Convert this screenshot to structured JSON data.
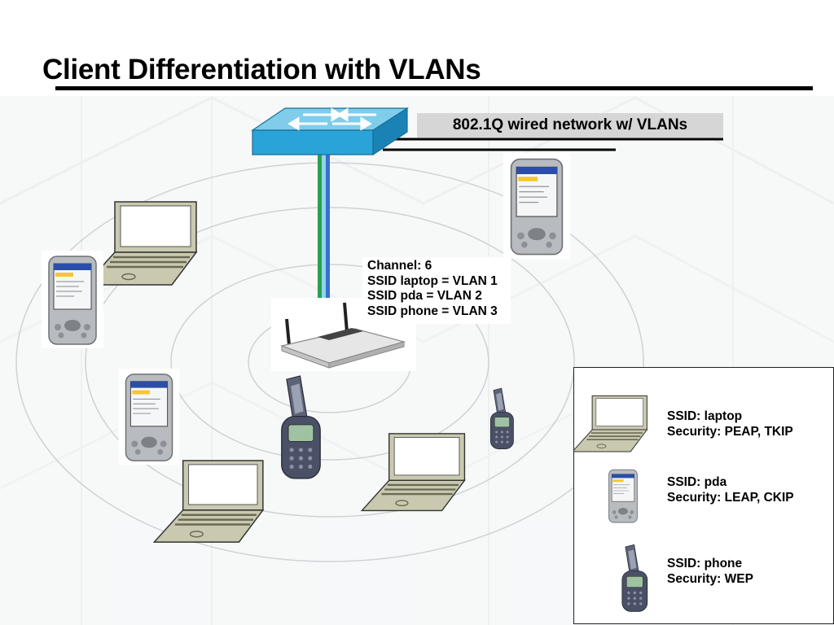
{
  "slide": {
    "title": "Client Differentiation with VLANs",
    "wired_label": "802.1Q wired network w/ VLANs",
    "ap_config": [
      "Channel: 6",
      "SSID laptop = VLAN 1",
      "SSID pda = VLAN 2",
      "SSID phone = VLAN 3"
    ],
    "legend": [
      {
        "device": "laptop-icon",
        "ssid": "SSID: laptop",
        "security": "Security: PEAP, TKIP"
      },
      {
        "device": "pda-icon",
        "ssid": "SSID: pda",
        "security": "Security: LEAP, CKIP"
      },
      {
        "device": "phone-icon",
        "ssid": "SSID: phone",
        "security": "Security: WEP"
      }
    ]
  },
  "colors": {
    "switch_blue": "#2aa3d8",
    "vlan_green": "#2e9e4f",
    "vlan_blue": "#3a6fd0",
    "vlan_cyan": "#8fd6e8",
    "laptop_body": "#c9c9b0",
    "legend_border": "#222222"
  }
}
